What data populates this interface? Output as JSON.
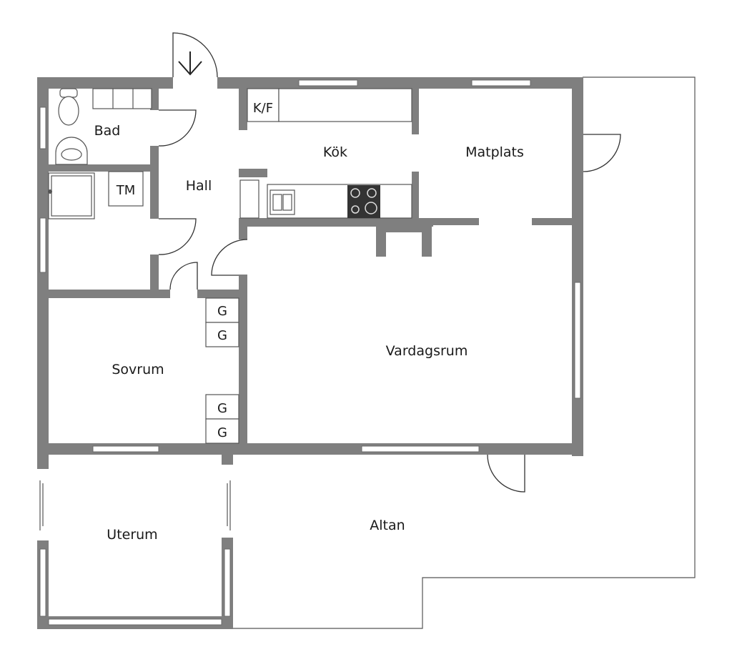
{
  "rooms": {
    "bad": "Bad",
    "hall": "Hall",
    "kok": "Kök",
    "matplats": "Matplats",
    "vardagsrum": "Vardagsrum",
    "sovrum": "Sovrum",
    "uterum": "Uterum",
    "altan": "Altan"
  },
  "fixtures": {
    "kf": "K/F",
    "tm": "TM",
    "g1": "G",
    "g2": "G",
    "g3": "G",
    "g4": "G"
  },
  "colors": {
    "wall": "#7f7f7f",
    "background": "#ffffff",
    "text": "#1a1a1a"
  }
}
